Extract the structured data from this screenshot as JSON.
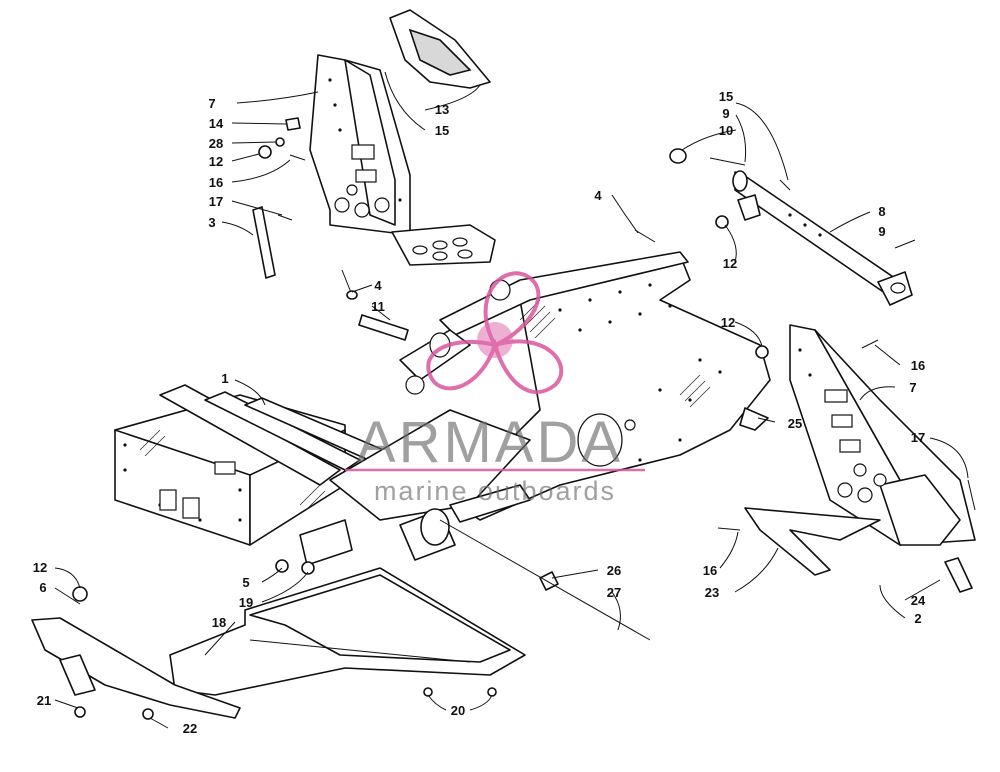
{
  "watermark": {
    "brand": "ARMADA",
    "tagline": "marine outboards",
    "accent_color": "#d9559e",
    "text_color": "#6b6b6b"
  },
  "callouts": [
    {
      "id": "c1",
      "label": "1"
    },
    {
      "id": "c2",
      "label": "2"
    },
    {
      "id": "c3",
      "label": "3"
    },
    {
      "id": "c4a",
      "label": "4"
    },
    {
      "id": "c4b",
      "label": "4"
    },
    {
      "id": "c5",
      "label": "5"
    },
    {
      "id": "c6",
      "label": "6"
    },
    {
      "id": "c7a",
      "label": "7"
    },
    {
      "id": "c7b",
      "label": "7"
    },
    {
      "id": "c8",
      "label": "8"
    },
    {
      "id": "c9a",
      "label": "9"
    },
    {
      "id": "c9b",
      "label": "9"
    },
    {
      "id": "c10",
      "label": "10"
    },
    {
      "id": "c11",
      "label": "11"
    },
    {
      "id": "c12a",
      "label": "12"
    },
    {
      "id": "c12b",
      "label": "12"
    },
    {
      "id": "c12c",
      "label": "12"
    },
    {
      "id": "c12d",
      "label": "12"
    },
    {
      "id": "c13",
      "label": "13"
    },
    {
      "id": "c14",
      "label": "14"
    },
    {
      "id": "c15a",
      "label": "15"
    },
    {
      "id": "c15b",
      "label": "15"
    },
    {
      "id": "c16a",
      "label": "16"
    },
    {
      "id": "c16b",
      "label": "16"
    },
    {
      "id": "c16c",
      "label": "16"
    },
    {
      "id": "c17a",
      "label": "17"
    },
    {
      "id": "c17b",
      "label": "17"
    },
    {
      "id": "c18",
      "label": "18"
    },
    {
      "id": "c19",
      "label": "19"
    },
    {
      "id": "c20",
      "label": "20"
    },
    {
      "id": "c21",
      "label": "21"
    },
    {
      "id": "c22",
      "label": "22"
    },
    {
      "id": "c23",
      "label": "23"
    },
    {
      "id": "c24",
      "label": "24"
    },
    {
      "id": "c25",
      "label": "25"
    },
    {
      "id": "c26",
      "label": "26"
    },
    {
      "id": "c27",
      "label": "27"
    },
    {
      "id": "c28",
      "label": "28"
    }
  ]
}
